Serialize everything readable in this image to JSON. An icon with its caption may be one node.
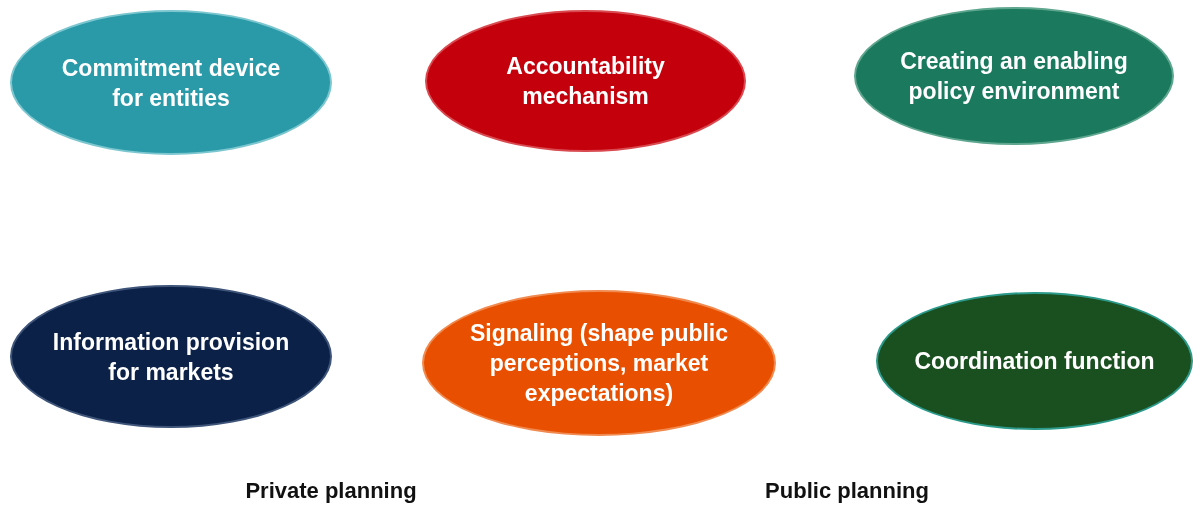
{
  "diagram": {
    "nodes": [
      {
        "text": [
          "Commitment device for entities"
        ]
      },
      {
        "text": [
          "Accountability mechanism"
        ]
      },
      {
        "text": [
          "Creating an enabling policy environment"
        ]
      },
      {
        "text": [
          "Information provision for markets"
        ]
      },
      {
        "text": [
          "Signaling (shape public perceptions, market expectations)"
        ]
      },
      {
        "text": [
          "Coordination function"
        ]
      }
    ],
    "labels": [
      "Private planning",
      "Public planning"
    ]
  }
}
